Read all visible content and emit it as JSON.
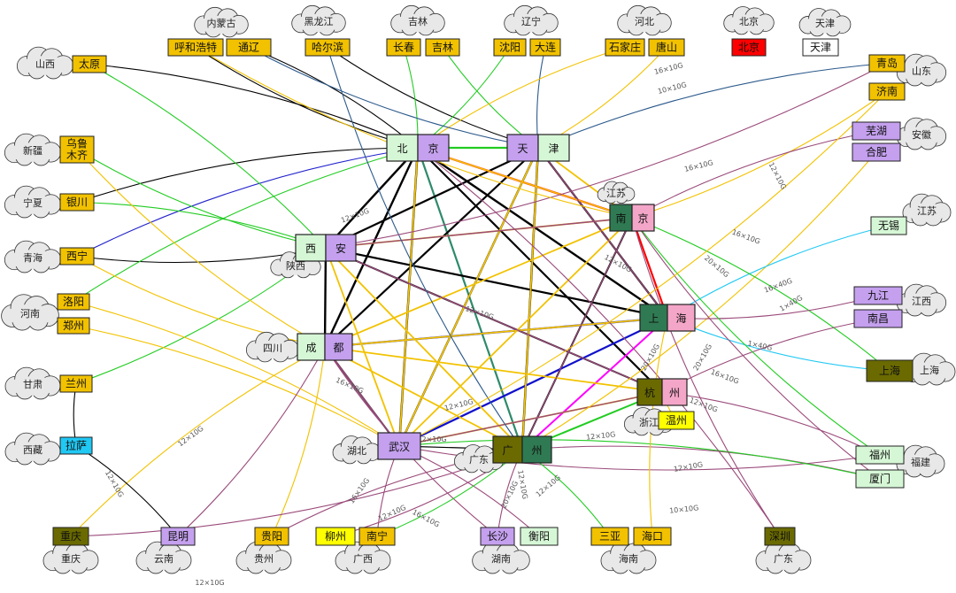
{
  "colors": {
    "beige": "#f2c200",
    "pale_green": "#d6f7d6",
    "lavender": "#c4a0ee",
    "dark_green": "#2f7a52",
    "pink": "#f4a6c8",
    "olive": "#6a6a00",
    "red": "#ff0000",
    "white": "#ffffff",
    "cyan": "#20c8f4",
    "yellow": "#ffff00",
    "cloud": "#e8e8e8"
  },
  "provinces": [
    {
      "id": "neimenggu",
      "name": "内蒙古"
    },
    {
      "id": "heilongjiang",
      "name": "黑龙江"
    },
    {
      "id": "jilin",
      "name": "吉林"
    },
    {
      "id": "liaoning",
      "name": "辽宁"
    },
    {
      "id": "hebei",
      "name": "河北"
    },
    {
      "id": "beijing",
      "name": "北京"
    },
    {
      "id": "tianjin",
      "name": "天津"
    },
    {
      "id": "shanxi",
      "name": "山西"
    },
    {
      "id": "shandong",
      "name": "山东"
    },
    {
      "id": "xinjiang",
      "name": "新疆"
    },
    {
      "id": "anhui",
      "name": "安徽"
    },
    {
      "id": "jiangsu_n",
      "name": "江苏"
    },
    {
      "id": "ningxia",
      "name": "宁夏"
    },
    {
      "id": "jiangsu_e",
      "name": "江苏"
    },
    {
      "id": "qinghai",
      "name": "青海"
    },
    {
      "id": "shaanxi",
      "name": "陕西"
    },
    {
      "id": "henan",
      "name": "河南"
    },
    {
      "id": "jiangxi",
      "name": "江西"
    },
    {
      "id": "sichuan",
      "name": "四川"
    },
    {
      "id": "shanghai_p",
      "name": "上海"
    },
    {
      "id": "gansu",
      "name": "甘肃"
    },
    {
      "id": "zhejiang",
      "name": "浙江"
    },
    {
      "id": "hubei",
      "name": "湖北"
    },
    {
      "id": "guangdong_c",
      "name": "广东"
    },
    {
      "id": "xizang",
      "name": "西藏"
    },
    {
      "id": "fujian",
      "name": "福建"
    },
    {
      "id": "chongqing_p",
      "name": "重庆"
    },
    {
      "id": "yunnan",
      "name": "云南"
    },
    {
      "id": "guizhou",
      "name": "贵州"
    },
    {
      "id": "guangxi",
      "name": "广西"
    },
    {
      "id": "hunan",
      "name": "湖南"
    },
    {
      "id": "hainan",
      "name": "海南"
    },
    {
      "id": "guangdong_s",
      "name": "广东"
    }
  ],
  "core_nodes": [
    {
      "id": "bj",
      "left": "北",
      "right": "京"
    },
    {
      "id": "tj",
      "left": "天",
      "right": "津"
    },
    {
      "id": "nj",
      "left": "南",
      "right": "京"
    },
    {
      "id": "xa",
      "left": "西",
      "right": "安"
    },
    {
      "id": "sh",
      "left": "上",
      "right": "海"
    },
    {
      "id": "cd",
      "left": "成",
      "right": "都"
    },
    {
      "id": "hz",
      "left": "杭",
      "right": "州"
    },
    {
      "id": "wh",
      "left": "武汉",
      "right": ""
    },
    {
      "id": "gz",
      "left": "广",
      "right": "州"
    }
  ],
  "city_nodes": [
    {
      "id": "huhehaote",
      "name": "呼和浩特"
    },
    {
      "id": "tongliao",
      "name": "通辽"
    },
    {
      "id": "haerbin",
      "name": "哈尔滨"
    },
    {
      "id": "changchun",
      "name": "长春"
    },
    {
      "id": "jilin_c",
      "name": "吉林"
    },
    {
      "id": "shenyang",
      "name": "沈阳"
    },
    {
      "id": "dalian",
      "name": "大连"
    },
    {
      "id": "shijiazhuang",
      "name": "石家庄"
    },
    {
      "id": "tangshan",
      "name": "唐山"
    },
    {
      "id": "beijing_b",
      "name": "北京"
    },
    {
      "id": "tianjin_b",
      "name": "天津"
    },
    {
      "id": "taiyuan",
      "name": "太原"
    },
    {
      "id": "qingdao",
      "name": "青岛"
    },
    {
      "id": "jinan",
      "name": "济南"
    },
    {
      "id": "wulumuqi",
      "name": "乌鲁\n木齐"
    },
    {
      "id": "yinchuan",
      "name": "银川"
    },
    {
      "id": "xining",
      "name": "西宁"
    },
    {
      "id": "luoyang",
      "name": "洛阳"
    },
    {
      "id": "zhengzhou",
      "name": "郑州"
    },
    {
      "id": "lanzhou",
      "name": "兰州"
    },
    {
      "id": "lasa",
      "name": "拉萨"
    },
    {
      "id": "chongqing",
      "name": "重庆"
    },
    {
      "id": "kunming",
      "name": "昆明"
    },
    {
      "id": "guiyang",
      "name": "贵阳"
    },
    {
      "id": "liuzhou",
      "name": "柳州"
    },
    {
      "id": "nanning",
      "name": "南宁"
    },
    {
      "id": "changsha",
      "name": "长沙"
    },
    {
      "id": "hengyang",
      "name": "衡阳"
    },
    {
      "id": "sanya",
      "name": "三亚"
    },
    {
      "id": "haikou",
      "name": "海口"
    },
    {
      "id": "shenzhen",
      "name": "深圳"
    },
    {
      "id": "wuhu",
      "name": "芜湖"
    },
    {
      "id": "hefei",
      "name": "合肥"
    },
    {
      "id": "wuxi",
      "name": "无锡"
    },
    {
      "id": "jiujiang",
      "name": "九江"
    },
    {
      "id": "nanchang",
      "name": "南昌"
    },
    {
      "id": "shanghai_e",
      "name": "上海"
    },
    {
      "id": "wenzhou",
      "name": "温州"
    },
    {
      "id": "fuzhou",
      "name": "福州"
    },
    {
      "id": "xiamen",
      "name": "厦门"
    }
  ],
  "link_labels": [
    {
      "id": "l1",
      "text": "16×10G"
    },
    {
      "id": "l2",
      "text": "10×10G"
    },
    {
      "id": "l3",
      "text": "16×10G"
    },
    {
      "id": "l4",
      "text": "12×10G"
    },
    {
      "id": "l5",
      "text": "12×10G"
    },
    {
      "id": "l6",
      "text": "16×10G"
    },
    {
      "id": "l7",
      "text": "20×10G"
    },
    {
      "id": "l8",
      "text": "12×10G"
    },
    {
      "id": "l9",
      "text": "16×40G"
    },
    {
      "id": "l10",
      "text": "1×40G"
    },
    {
      "id": "l11",
      "text": "12×10G"
    },
    {
      "id": "l12",
      "text": "1×40G"
    },
    {
      "id": "l13",
      "text": "20×10G"
    },
    {
      "id": "l14",
      "text": "20×10G"
    },
    {
      "id": "l15",
      "text": "16×10G"
    },
    {
      "id": "l16",
      "text": "12×10G"
    },
    {
      "id": "l17",
      "text": "16×10G"
    },
    {
      "id": "l18",
      "text": "12×10G"
    },
    {
      "id": "l19",
      "text": "12×10G"
    },
    {
      "id": "l20",
      "text": "12×10G"
    },
    {
      "id": "l21",
      "text": "12×10G"
    },
    {
      "id": "l22",
      "text": "12×10G"
    },
    {
      "id": "l23",
      "text": "10×10G"
    },
    {
      "id": "l24",
      "text": "12×10G"
    },
    {
      "id": "l25",
      "text": "16×10G"
    },
    {
      "id": "l26",
      "text": "20×10G"
    },
    {
      "id": "l27",
      "text": "12×10G"
    },
    {
      "id": "l28",
      "text": "16×10G"
    },
    {
      "id": "l29",
      "text": "12×10G"
    },
    {
      "id": "l30",
      "text": "12×10G"
    },
    {
      "id": "l31",
      "text": "12×10G"
    }
  ]
}
